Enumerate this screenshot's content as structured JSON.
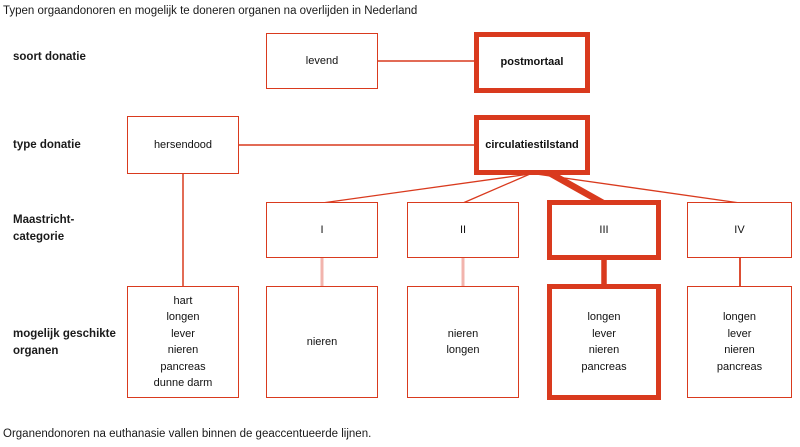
{
  "title": "Typen orgaandonoren en mogelijk te doneren organen na overlijden in Nederland",
  "footnote": "Organendonoren na euthanasie vallen binnen de geaccentueerde lijnen.",
  "colors": {
    "accent_red": "#d93a1e",
    "light_red": "#f2b4ad",
    "text": "#1a1a1a"
  },
  "row_labels": {
    "soort_donatie": "soort donatie",
    "type_donatie": "type donatie",
    "maastricht_categorie": "Maastricht-\ncategorie",
    "mogelijk_geschikte_organen": "mogelijk geschikte\norganen"
  },
  "nodes": {
    "levend": "levend",
    "postmortaal": "postmortaal",
    "hersendood": "hersendood",
    "circulatiestilstand": "circulatiestilstand",
    "categorie_1": "I",
    "categorie_2": "II",
    "categorie_3": "III",
    "categorie_4": "IV",
    "organen_hersendood": "hart\nlongen\nlever\nnieren\npancreas\ndunne darm",
    "organen_categorie_1": "nieren",
    "organen_categorie_2": "nieren\nlongen",
    "organen_categorie_3": "longen\nlever\nnieren\npancreas",
    "organen_categorie_4": "longen\nlever\nnieren\npancreas"
  }
}
